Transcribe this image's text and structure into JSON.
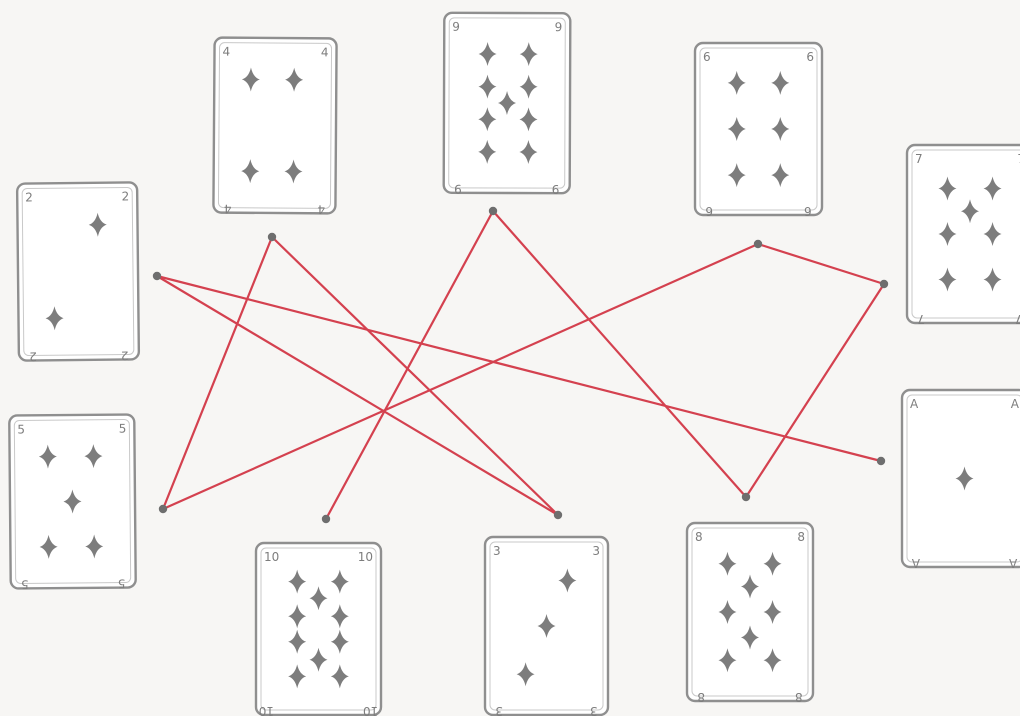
{
  "cards": [
    {
      "id": "card-2",
      "rank": "2",
      "suit": "diamond"
    },
    {
      "id": "card-4",
      "rank": "4",
      "suit": "diamond"
    },
    {
      "id": "card-9",
      "rank": "9",
      "suit": "diamond"
    },
    {
      "id": "card-6",
      "rank": "6",
      "suit": "diamond"
    },
    {
      "id": "card-7",
      "rank": "7",
      "suit": "diamond"
    },
    {
      "id": "card-5",
      "rank": "5",
      "suit": "diamond"
    },
    {
      "id": "card-10",
      "rank": "10",
      "suit": "diamond"
    },
    {
      "id": "card-3",
      "rank": "3",
      "suit": "diamond"
    },
    {
      "id": "card-8",
      "rank": "8",
      "suit": "diamond"
    },
    {
      "id": "card-ace",
      "rank": "A",
      "suit": "diamond"
    }
  ],
  "connections": [
    {
      "from": "card-2",
      "to": "card-3"
    },
    {
      "from": "card-2",
      "to": "card-ace"
    },
    {
      "from": "card-4",
      "to": "card-5"
    },
    {
      "from": "card-4",
      "to": "card-3"
    },
    {
      "from": "card-9",
      "to": "card-10"
    },
    {
      "from": "card-9",
      "to": "card-8"
    },
    {
      "from": "card-6",
      "to": "card-5"
    },
    {
      "from": "card-6",
      "to": "card-7"
    },
    {
      "from": "card-7",
      "to": "card-8"
    }
  ],
  "colors": {
    "line": "#d4414f",
    "pip": "#7d7d7d",
    "frame": "#8f8f8f",
    "paper": "#f7f6f4"
  }
}
